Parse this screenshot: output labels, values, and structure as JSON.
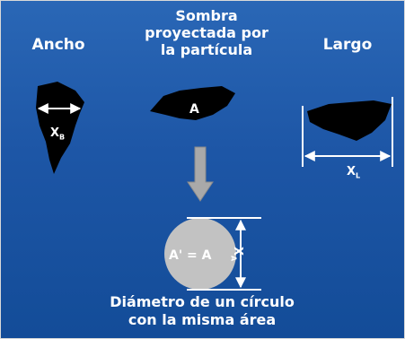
{
  "labels": {
    "ancho": "Ancho",
    "largo": "Largo",
    "sombra_line1": "Sombra",
    "sombra_line2": "proyectada por",
    "sombra_line3": "la partícula",
    "area_a": "A",
    "xb_base": "X",
    "xb_sub": "B",
    "xl_base": "X",
    "xl_sub": "L",
    "xa_base": "X",
    "xa_sub": "A",
    "equal_area": "A' = A",
    "caption_line1": "Diámetro de un círculo",
    "caption_line2": "con la misma área"
  },
  "colors": {
    "background_top": "#2a67b6",
    "background_bottom": "#134c98",
    "particle": "#000000",
    "circle_fill": "#c2c2c2",
    "arrow_fill": "#a9a9a9",
    "text": "#ffffff"
  }
}
